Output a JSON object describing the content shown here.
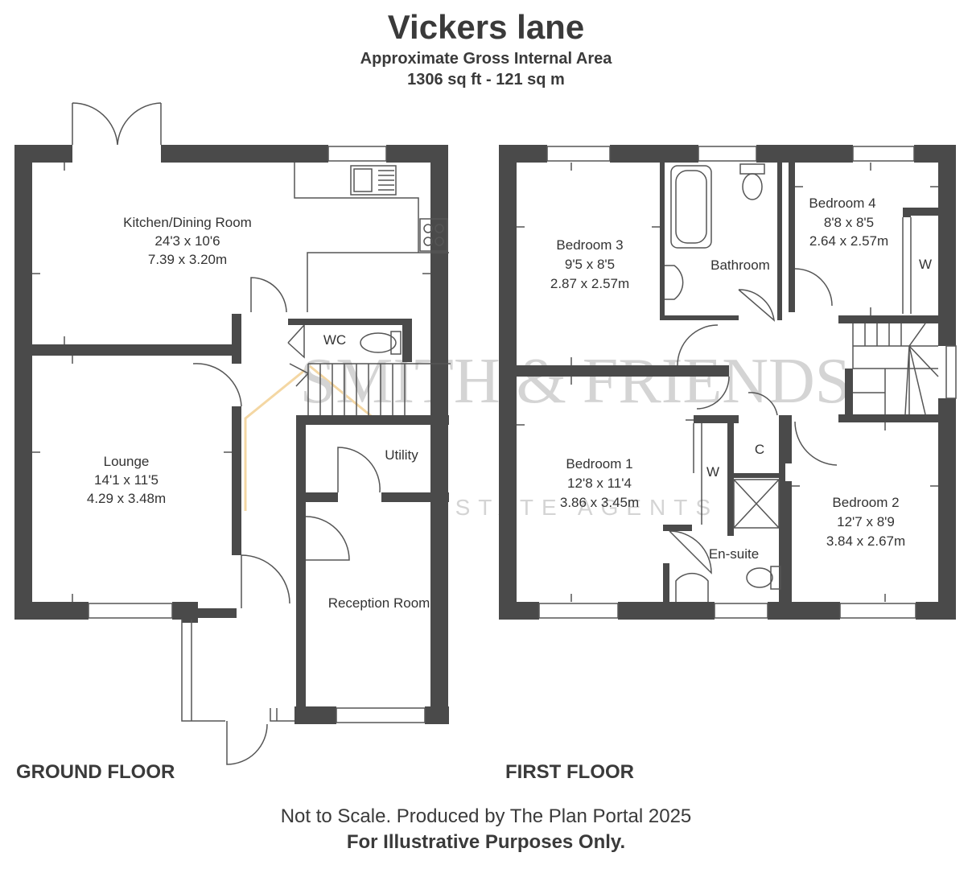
{
  "header": {
    "title": "Vickers lane",
    "subtitle": "Approximate Gross Internal Area",
    "area": "1306 sq ft - 121 sq m"
  },
  "watermark": {
    "line1": "SMITH & FRIENDS",
    "line2": "ESTATE AGENTS"
  },
  "ground_floor": {
    "label": "GROUND FLOOR",
    "kitchen": {
      "name": "Kitchen/Dining Room",
      "imperial": "24'3 x 10'6",
      "metric": "7.39 x 3.20m"
    },
    "lounge": {
      "name": "Lounge",
      "imperial": "14'1 x 11'5",
      "metric": "4.29 x 3.48m"
    },
    "wc": {
      "name": "WC"
    },
    "utility": {
      "name": "Utility"
    },
    "reception": {
      "name": "Reception Room"
    }
  },
  "first_floor": {
    "label": "FIRST FLOOR",
    "bedroom3": {
      "name": "Bedroom 3",
      "imperial": "9'5 x 8'5",
      "metric": "2.87 x 2.57m"
    },
    "bathroom": {
      "name": "Bathroom"
    },
    "bedroom4": {
      "name": "Bedroom 4",
      "imperial": "8'8 x 8'5",
      "metric": "2.64 x 2.57m"
    },
    "wardrobe4": {
      "name": "W"
    },
    "bedroom1": {
      "name": "Bedroom 1",
      "imperial": "12'8 x 11'4",
      "metric": "3.86 x 3.45m"
    },
    "wardrobe1": {
      "name": "W"
    },
    "cupboard": {
      "name": "C"
    },
    "ensuite": {
      "name": "En-suite"
    },
    "bedroom2": {
      "name": "Bedroom 2",
      "imperial": "12'7 x 8'9",
      "metric": "3.84 x 2.67m"
    }
  },
  "footer": {
    "line1": "Not to Scale. Produced by The Plan Portal 2025",
    "line2": "For Illustrative Purposes Only."
  },
  "colors": {
    "wall": "#4a4a4a",
    "line": "#555555",
    "watermark": "#d0d0d0",
    "watermark_accent": "#f3d39a"
  }
}
